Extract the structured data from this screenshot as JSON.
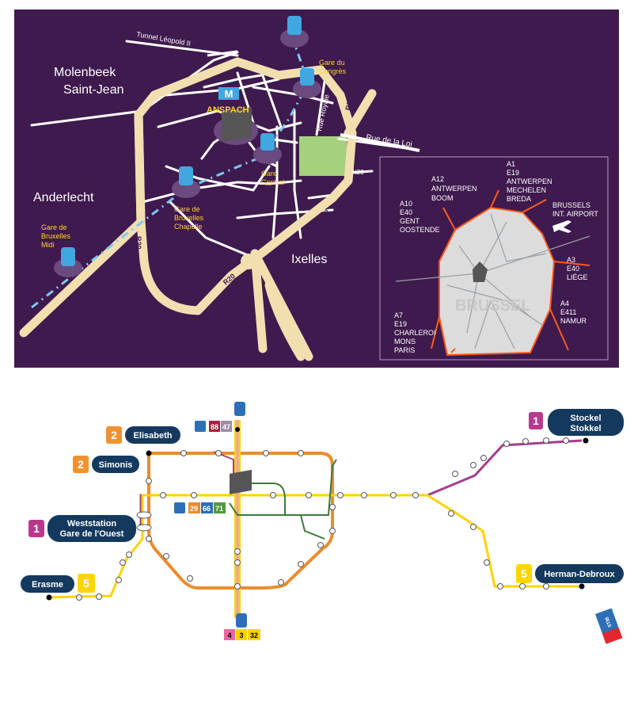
{
  "colors": {
    "background_purple": "#3f1a4e",
    "road": "#f2dfb0",
    "street": "#ffffff",
    "park": "#a5d17c",
    "station_label": "#ffd22e",
    "line1": "#a43d8d",
    "line2": "#ec8c2c",
    "line5": "#ffd200",
    "premetro": "#79b74a",
    "badge_navy": "#14395e",
    "line1_badge": "#b8398d",
    "line2_badge": "#f0922f",
    "line5_badge": "#ffd500"
  },
  "map": {
    "districts": {
      "molenbeek_line1": "Molenbeek",
      "molenbeek_line2": "Saint-Jean",
      "anderlecht": "Anderlecht",
      "ixelles": "Ixelles"
    },
    "streets": {
      "tunnel": "Tunnel Léopold II",
      "rue_royale": "Rue Royale",
      "rue_loi": "Rue de la Loi"
    },
    "road_labels": {
      "r20_left": "R20",
      "r20_bottom": "R20",
      "r20_right": "R20",
      "n2": "N2",
      "n23": "N23"
    },
    "hotel": {
      "name": "ANSPACH",
      "logo": "M"
    },
    "stations": {
      "congres_1": "Gare du",
      "congres_2": "Congrès",
      "central_1": "Gare",
      "central_2": "Central",
      "chapelle_1": "Gare de",
      "chapelle_2": "Bruxelles",
      "chapelle_3": "Chapelle",
      "midi_1": "Gare de",
      "midi_2": "Bruxelles",
      "midi_3": "Midi"
    },
    "inset": {
      "watermark": "BRUSSEL",
      "a12_1": "A12",
      "a12_2": "ANTWERPEN",
      "a12_3": "BOOM",
      "a1_1": "A1",
      "a1_2": "E19",
      "a1_3": "ANTWERPEN",
      "a1_4": "MECHELEN",
      "a1_5": "BREDA",
      "airport_1": "BRUSSELS",
      "airport_2": "INT. AIRPORT",
      "a10_1": "A10",
      "a10_2": "E40",
      "a10_3": "GENT",
      "a10_4": "OOSTENDE",
      "a3_1": "A3",
      "a3_2": "E40",
      "a3_3": "LIÈGE",
      "a4_1": "A4",
      "a4_2": "E411",
      "a4_3": "NAMUR",
      "a7_1": "A7",
      "a7_2": "E19",
      "a7_3": "CHARLEROI",
      "a7_4": "MONS",
      "a7_5": "PARIS"
    }
  },
  "metro": {
    "stations": {
      "stockel_num": "1",
      "stockel_1": "Stockel",
      "stockel_2": "Stokkel",
      "elisabeth_num": "2",
      "elisabeth": "Elisabeth",
      "simonis_num": "2",
      "simonis": "Simonis",
      "ouest_num": "1",
      "ouest_1": "Weststation",
      "ouest_2": "Gare de l'Ouest",
      "erasme_num": "5",
      "erasme": "Erasme",
      "herrmann_num": "5",
      "herrmann": "Herman-Debroux"
    },
    "bus_top": {
      "b1": "88",
      "b2": "47"
    },
    "bus_mid": {
      "b1": "29",
      "b2": "66",
      "b3": "71"
    },
    "tram_bottom": {
      "t1": "4",
      "t2": "3",
      "t3": "32"
    },
    "stib_logo": "STIB"
  }
}
